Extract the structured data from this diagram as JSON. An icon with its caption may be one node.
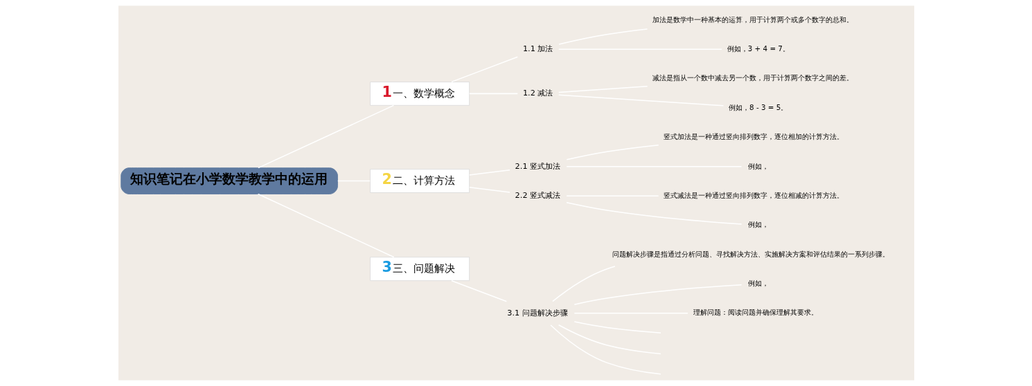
{
  "diagram": {
    "nodes": [
      {
        "text": [
          "知识笔记在小学数学教学中的运用"
        ]
      },
      {
        "text": [
          "1",
          "一、数学概念"
        ]
      },
      {
        "text": [
          "1.1 加法"
        ]
      },
      {
        "text": [
          "加法是数学中一种基本的运算，用于计算两个或多个数字的总和。"
        ]
      },
      {
        "text": [
          "例如，3 + 4 = 7。"
        ]
      },
      {
        "text": [
          "1.2 减法"
        ]
      },
      {
        "text": [
          "减法是指从一个数中减去另一个数，用于计算两个数字之间的差。"
        ]
      },
      {
        "text": [
          "例如，8 - 3 = 5。"
        ]
      },
      {
        "text": [
          "2",
          "二、计算方法"
        ]
      },
      {
        "text": [
          "2.1 竖式加法"
        ]
      },
      {
        "text": [
          "竖式加法是一种通过竖向排列数字，逐位相加的计算方法。"
        ]
      },
      {
        "text": [
          "例如，"
        ]
      },
      {
        "text": [
          "2.2 竖式减法"
        ]
      },
      {
        "text": [
          "竖式减法是一种通过竖向排列数字，逐位相减的计算方法。"
        ]
      },
      {
        "text": [
          "例如，"
        ]
      },
      {
        "text": [
          "3",
          "三、问题解决"
        ]
      },
      {
        "text": [
          "3.1 问题解决步骤"
        ]
      },
      {
        "text": [
          "问题解决步骤是指通过分析问题、寻找解决方法、实施解决方案和评估结果的一系列步骤。"
        ]
      },
      {
        "text": [
          "例如，"
        ]
      },
      {
        "text": [
          "理解问题：阅读问题并确保理解其要求。"
        ]
      }
    ],
    "edges": [
      {
        "from": 0,
        "to": 1,
        "arrow": "none"
      },
      {
        "from": 1,
        "to": 2,
        "arrow": "none"
      },
      {
        "from": 2,
        "to": 3,
        "arrow": "none"
      },
      {
        "from": 2,
        "to": 4,
        "arrow": "none"
      },
      {
        "from": 1,
        "to": 5,
        "arrow": "none"
      },
      {
        "from": 5,
        "to": 6,
        "arrow": "none"
      },
      {
        "from": 5,
        "to": 7,
        "arrow": "none"
      },
      {
        "from": 0,
        "to": 8,
        "arrow": "none"
      },
      {
        "from": 8,
        "to": 9,
        "arrow": "none"
      },
      {
        "from": 9,
        "to": 10,
        "arrow": "none"
      },
      {
        "from": 9,
        "to": 11,
        "arrow": "none"
      },
      {
        "from": 8,
        "to": 12,
        "arrow": "none"
      },
      {
        "from": 12,
        "to": 13,
        "arrow": "none"
      },
      {
        "from": 12,
        "to": 14,
        "arrow": "none"
      },
      {
        "from": 0,
        "to": 15,
        "arrow": "none"
      },
      {
        "from": 15,
        "to": 16,
        "arrow": "none"
      },
      {
        "from": 16,
        "to": 17,
        "arrow": "none"
      },
      {
        "from": 16,
        "to": 18,
        "arrow": "none"
      },
      {
        "from": 16,
        "to": 19,
        "arrow": "none"
      },
      {
        "from": 16,
        "to": null,
        "arrow": "none"
      },
      {
        "from": 16,
        "to": null,
        "arrow": "none"
      },
      {
        "from": 16,
        "to": null,
        "arrow": "none"
      }
    ]
  }
}
